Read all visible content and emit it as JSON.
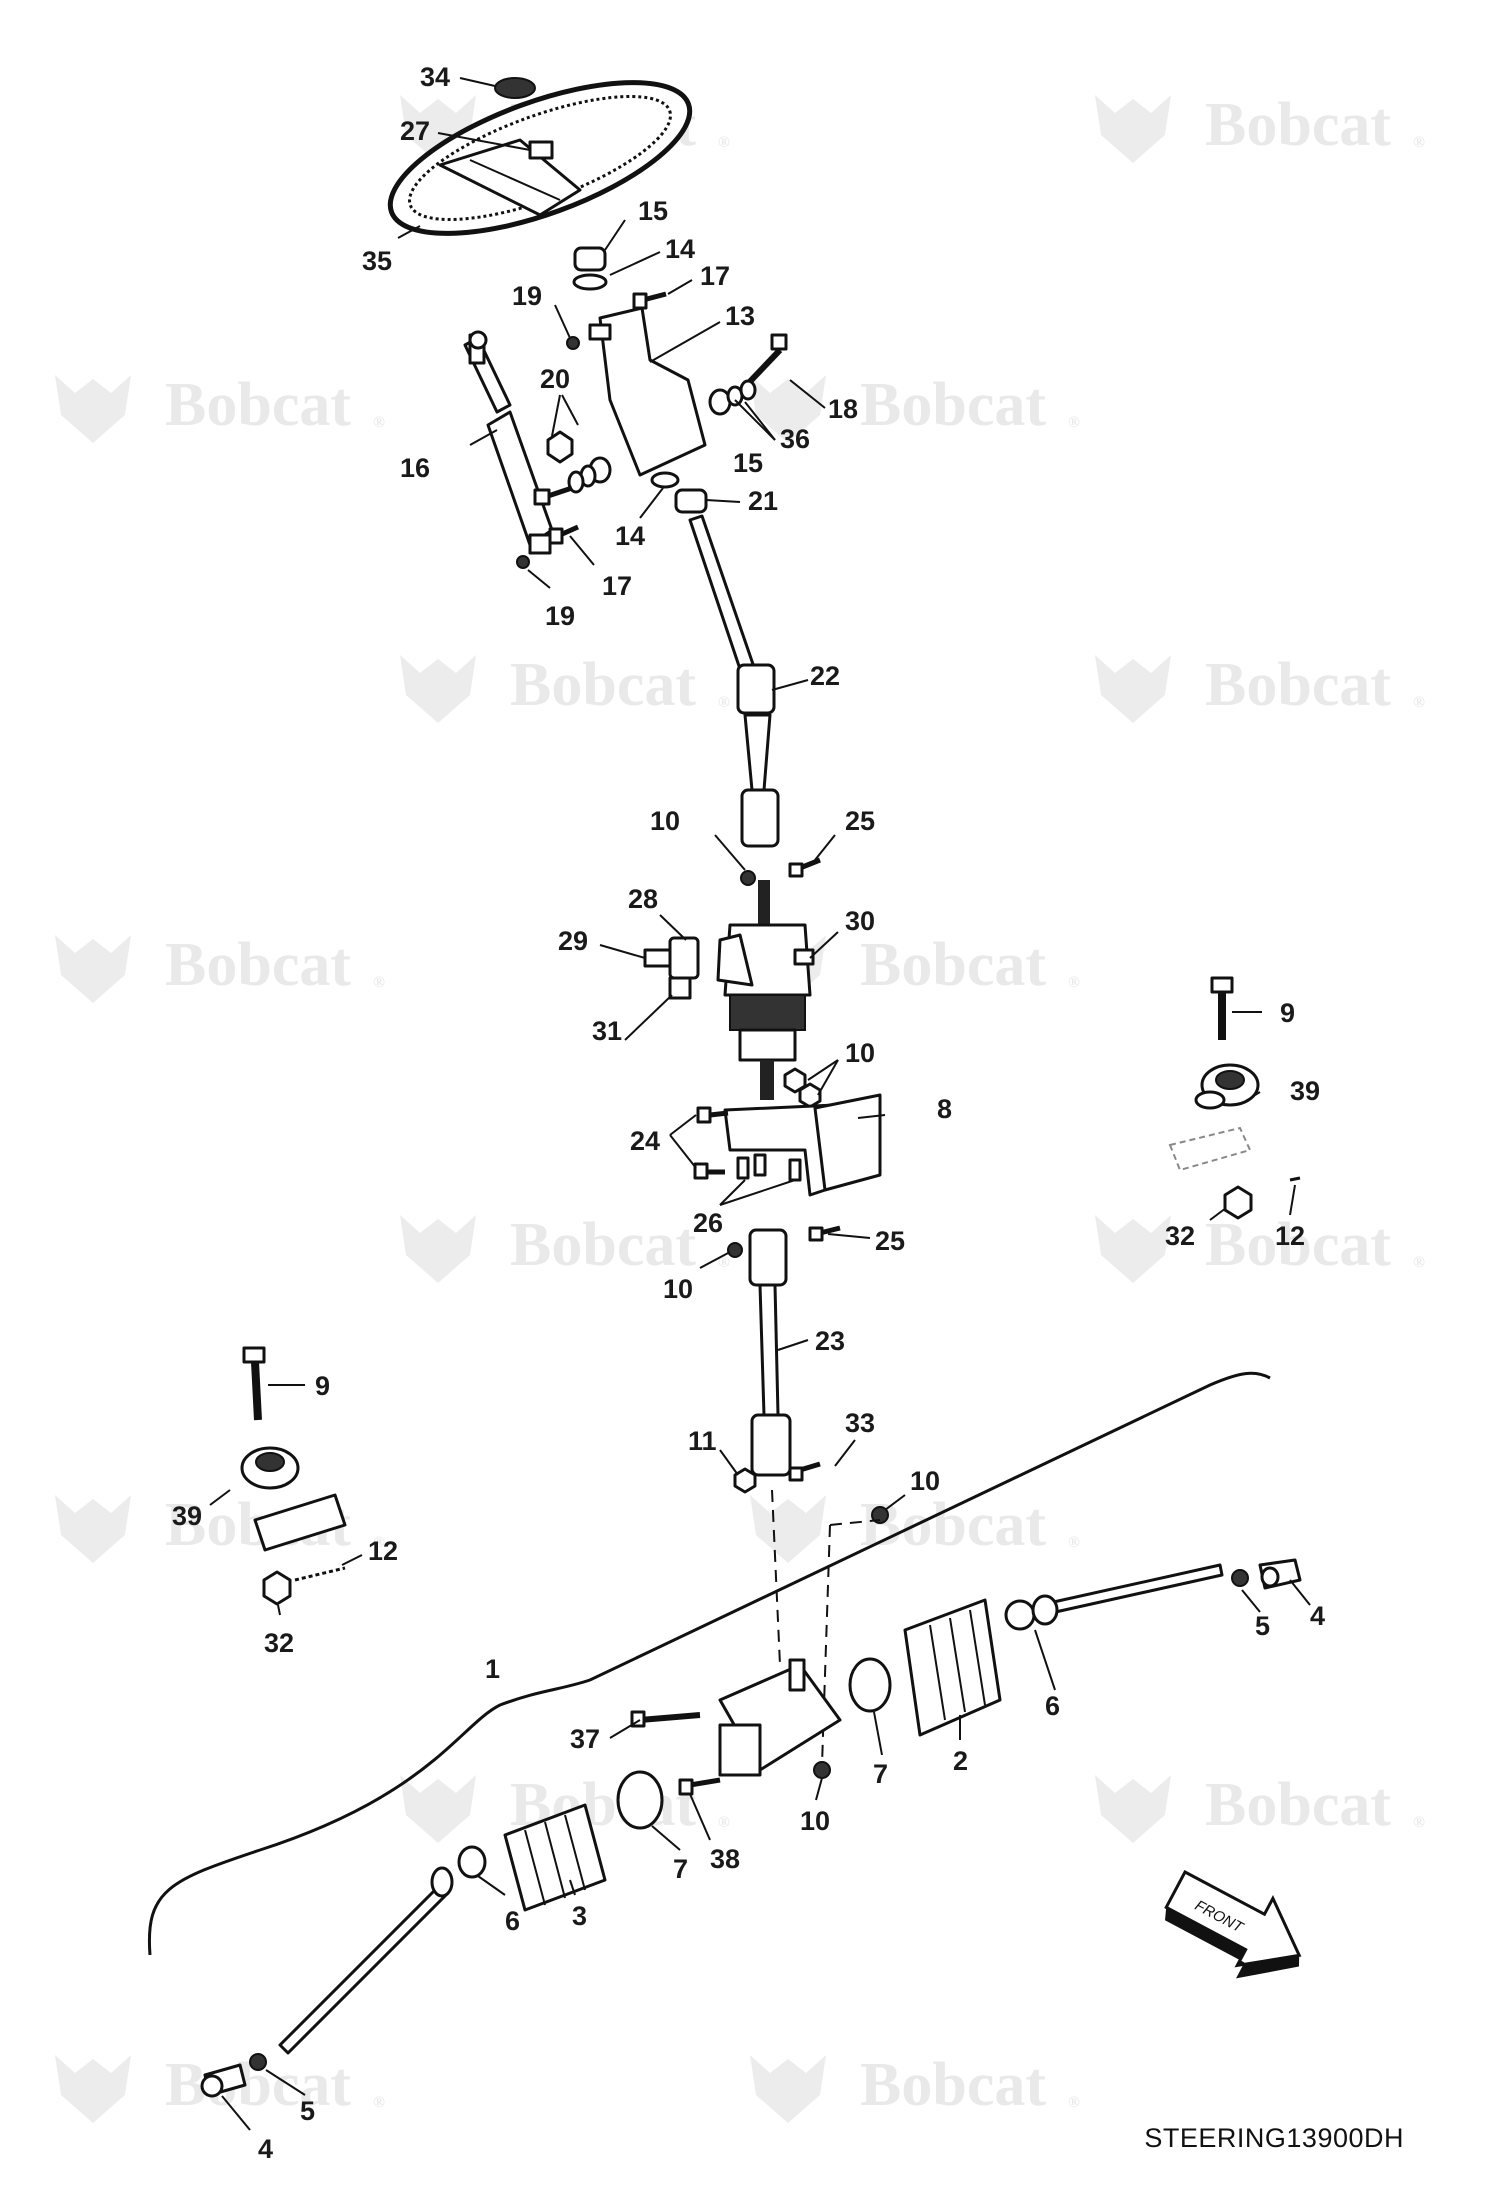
{
  "diagram_code": "STEERING13900DH",
  "watermark_text": "Bobcat",
  "watermark_mark": "®",
  "front_label": "FRONT",
  "callouts": [
    {
      "id": "c34a",
      "text": "34"
    },
    {
      "id": "c27a",
      "text": "27"
    },
    {
      "id": "c35a",
      "text": "35"
    },
    {
      "id": "c15a",
      "text": "15"
    },
    {
      "id": "c14a",
      "text": "14"
    },
    {
      "id": "c17a",
      "text": "17"
    },
    {
      "id": "c19a",
      "text": "19"
    },
    {
      "id": "c13a",
      "text": "13"
    },
    {
      "id": "c20a",
      "text": "20"
    },
    {
      "id": "c18a",
      "text": "18"
    },
    {
      "id": "c36a",
      "text": "36"
    },
    {
      "id": "c15b",
      "text": "15"
    },
    {
      "id": "c16a",
      "text": "16"
    },
    {
      "id": "c21a",
      "text": "21"
    },
    {
      "id": "c14b",
      "text": "14"
    },
    {
      "id": "c17b",
      "text": "17"
    },
    {
      "id": "c19b",
      "text": "19"
    },
    {
      "id": "c22a",
      "text": "22"
    },
    {
      "id": "c10a",
      "text": "10"
    },
    {
      "id": "c25a",
      "text": "25"
    },
    {
      "id": "c28a",
      "text": "28"
    },
    {
      "id": "c29a",
      "text": "29"
    },
    {
      "id": "c30a",
      "text": "30"
    },
    {
      "id": "c31a",
      "text": "31"
    },
    {
      "id": "c10b",
      "text": "10"
    },
    {
      "id": "c8a",
      "text": "8"
    },
    {
      "id": "c24a",
      "text": "24"
    },
    {
      "id": "c26a",
      "text": "26"
    },
    {
      "id": "c25b",
      "text": "25"
    },
    {
      "id": "c10c",
      "text": "10"
    },
    {
      "id": "c23a",
      "text": "23"
    },
    {
      "id": "c9a",
      "text": "9"
    },
    {
      "id": "c39a",
      "text": "39"
    },
    {
      "id": "c32a",
      "text": "32"
    },
    {
      "id": "c12a",
      "text": "12"
    },
    {
      "id": "c9b",
      "text": "9"
    },
    {
      "id": "c39b",
      "text": "39"
    },
    {
      "id": "c12b",
      "text": "12"
    },
    {
      "id": "c32b",
      "text": "32"
    },
    {
      "id": "c11a",
      "text": "11"
    },
    {
      "id": "c33a",
      "text": "33"
    },
    {
      "id": "c10d",
      "text": "10"
    },
    {
      "id": "c4a",
      "text": "4"
    },
    {
      "id": "c5a",
      "text": "5"
    },
    {
      "id": "c6a",
      "text": "6"
    },
    {
      "id": "c2a",
      "text": "2"
    },
    {
      "id": "c7a",
      "text": "7"
    },
    {
      "id": "c1a",
      "text": "1"
    },
    {
      "id": "c37a",
      "text": "37"
    },
    {
      "id": "c10e",
      "text": "10"
    },
    {
      "id": "c38a",
      "text": "38"
    },
    {
      "id": "c7b",
      "text": "7"
    },
    {
      "id": "c3a",
      "text": "3"
    },
    {
      "id": "c6b",
      "text": "6"
    },
    {
      "id": "c5b",
      "text": "5"
    },
    {
      "id": "c4b",
      "text": "4"
    }
  ]
}
